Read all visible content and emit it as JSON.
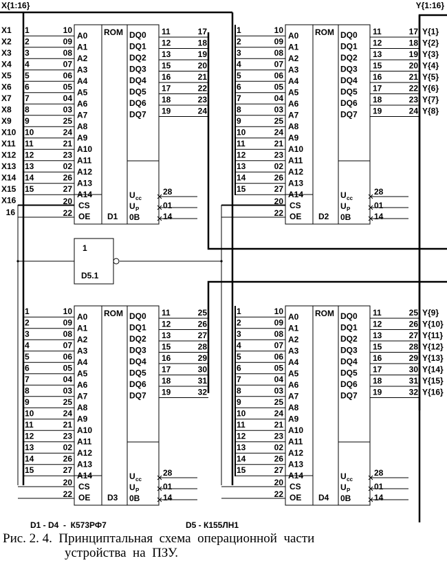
{
  "buses": {
    "input": "X{1:16}",
    "output": "Y{1:16}"
  },
  "inputs": [
    "X1",
    "X2",
    "X3",
    "X4",
    "X5",
    "X6",
    "X7",
    "X8",
    "X9",
    "X10",
    "X11",
    "X12",
    "X13",
    "X14",
    "X15",
    "X16"
  ],
  "input16_pin": "16",
  "left_pins": [
    "1",
    "2",
    "3",
    "4",
    "5",
    "6",
    "7",
    "8",
    "9",
    "10",
    "11",
    "12",
    "13",
    "14",
    "15"
  ],
  "addr_pins": [
    "10",
    "09",
    "08",
    "07",
    "06",
    "05",
    "04",
    "03",
    "25",
    "24",
    "21",
    "23",
    "02",
    "26",
    "27"
  ],
  "addr_labels": [
    "A0",
    "A1",
    "A2",
    "A3",
    "A4",
    "A5",
    "A6",
    "A7",
    "A8",
    "A9",
    "A10",
    "A11",
    "A12",
    "A13",
    "A14"
  ],
  "ctrl_labels": [
    "CS",
    "OE"
  ],
  "ctrl_pins": [
    "20",
    "22"
  ],
  "rom_label": "ROM",
  "dq_labels": [
    "DQ0",
    "DQ1",
    "DQ2",
    "DQ3",
    "DQ4",
    "DQ5",
    "DQ6",
    "DQ7"
  ],
  "dq_pins": [
    "11",
    "12",
    "13",
    "15",
    "16",
    "17",
    "18",
    "19"
  ],
  "power_labels": {
    "ucc": "U",
    "ucc_sub": "cc",
    "up": "U",
    "up_sub": "P",
    "ob": "0B"
  },
  "power_pins": [
    "28",
    "01",
    "14"
  ],
  "chips": [
    {
      "name": "D1",
      "bus_pins": [
        "17",
        "18",
        "19",
        "20",
        "21",
        "22",
        "23",
        "24"
      ],
      "outputs": []
    },
    {
      "name": "D2",
      "bus_pins": [
        "17",
        "18",
        "19",
        "20",
        "21",
        "22",
        "23",
        "24"
      ],
      "outputs": [
        "Y{1}",
        "Y{2}",
        "Y{3}",
        "Y{4}",
        "Y{5}",
        "Y{6}",
        "Y{7}",
        "Y{8}"
      ]
    },
    {
      "name": "D3",
      "bus_pins": [
        "25",
        "26",
        "27",
        "28",
        "29",
        "30",
        "31",
        "32"
      ],
      "outputs": []
    },
    {
      "name": "D4",
      "bus_pins": [
        "25",
        "26",
        "27",
        "28",
        "29",
        "30",
        "31",
        "32"
      ],
      "outputs": [
        "Y{9}",
        "Y{10}",
        "Y{11}",
        "Y{12}",
        "Y{13}",
        "Y{14}",
        "Y{15}",
        "Y{16}"
      ]
    }
  ],
  "inverter": {
    "symbol": "1",
    "name": "D5.1"
  },
  "legend": {
    "roms": "D1 - D4  -  К573РФ7",
    "inv": "D5 - К155ЛН1"
  },
  "caption": {
    "line1": "Рис. 2. 4.  Принциптальная  схема  операционной  части",
    "line2": "устройства  на  ПЗУ."
  }
}
